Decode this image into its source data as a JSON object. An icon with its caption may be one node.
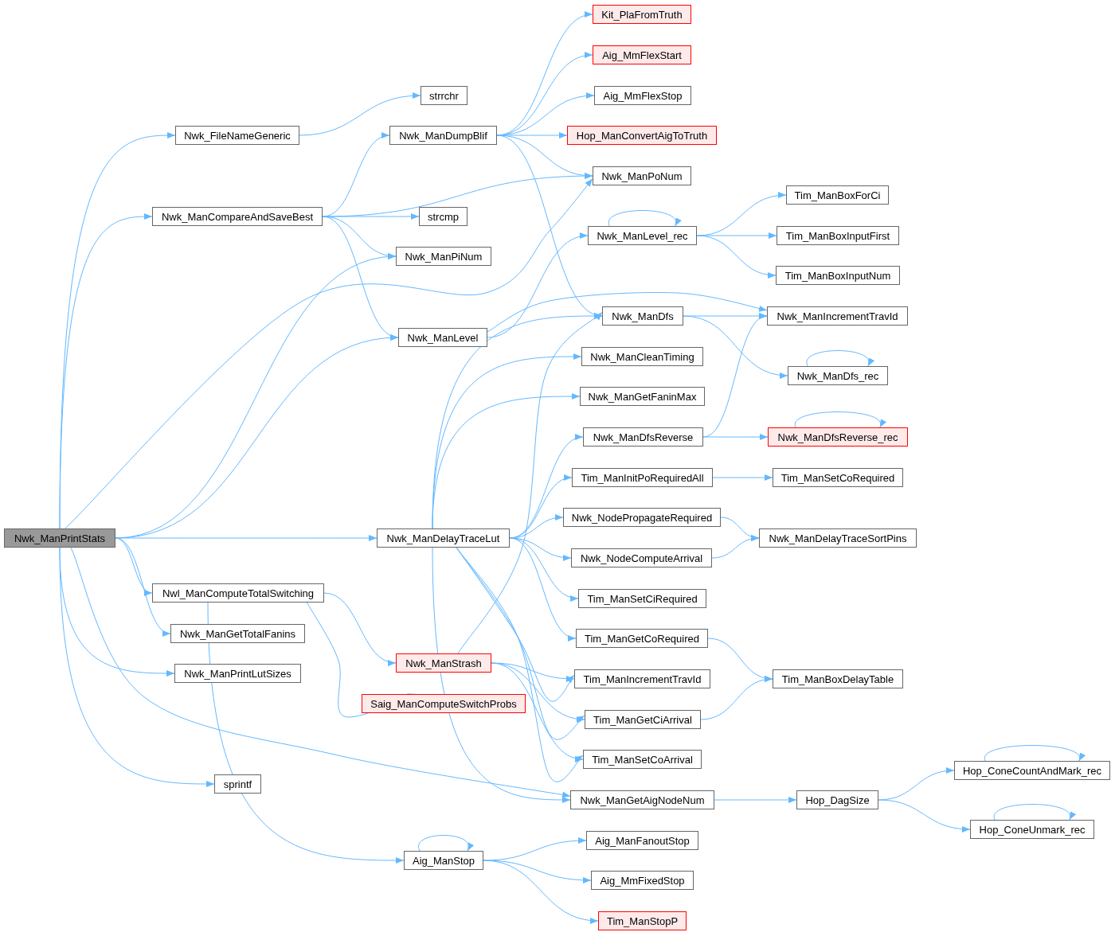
{
  "diagram": {
    "nodes": [
      {
        "text": [
          "Nwk_ManPrintStats"
        ]
      },
      {
        "text": [
          "Nwk_FileNameGeneric"
        ]
      },
      {
        "text": [
          "strrchr"
        ]
      },
      {
        "text": [
          "Nwk_ManCompareAndSaveBest"
        ]
      },
      {
        "text": [
          "Nwk_ManDumpBlif"
        ]
      },
      {
        "text": [
          "Kit_PlaFromTruth"
        ]
      },
      {
        "text": [
          "Aig_MmFlexStart"
        ]
      },
      {
        "text": [
          "Aig_MmFlexStop"
        ]
      },
      {
        "text": [
          "Hop_ManConvertAigToTruth"
        ]
      },
      {
        "text": [
          "Nwk_ManPoNum"
        ]
      },
      {
        "text": [
          "strcmp"
        ]
      },
      {
        "text": [
          "Nwk_ManPiNum"
        ]
      },
      {
        "text": [
          "Nwk_ManLevel"
        ]
      },
      {
        "text": [
          "Nwk_ManLevel_rec"
        ]
      },
      {
        "text": [
          "Tim_ManBoxForCi"
        ]
      },
      {
        "text": [
          "Tim_ManBoxInputFirst"
        ]
      },
      {
        "text": [
          "Tim_ManBoxInputNum"
        ]
      },
      {
        "text": [
          "Nwk_ManDfs"
        ]
      },
      {
        "text": [
          "Nwk_ManIncrementTravId"
        ]
      },
      {
        "text": [
          "Nwk_ManDfs_rec"
        ]
      },
      {
        "text": [
          "Nwk_ManCleanTiming"
        ]
      },
      {
        "text": [
          "Nwk_ManGetFaninMax"
        ]
      },
      {
        "text": [
          "Nwk_ManDfsReverse"
        ]
      },
      {
        "text": [
          "Nwk_ManDfsReverse_rec"
        ]
      },
      {
        "text": [
          "Tim_ManInitPoRequiredAll"
        ]
      },
      {
        "text": [
          "Tim_ManSetCoRequired"
        ]
      },
      {
        "text": [
          "Nwk_ManDelayTraceLut"
        ]
      },
      {
        "text": [
          "Nwk_NodePropagateRequired"
        ]
      },
      {
        "text": [
          "Nwk_ManDelayTraceSortPins"
        ]
      },
      {
        "text": [
          "Nwk_NodeComputeArrival"
        ]
      },
      {
        "text": [
          "Tim_ManSetCiRequired"
        ]
      },
      {
        "text": [
          "Nwl_ManComputeTotalSwitching"
        ]
      },
      {
        "text": [
          "Nwk_ManGetTotalFanins"
        ]
      },
      {
        "text": [
          "Nwk_ManPrintLutSizes"
        ]
      },
      {
        "text": [
          "Tim_ManGetCoRequired"
        ]
      },
      {
        "text": [
          "Nwk_ManStrash"
        ]
      },
      {
        "text": [
          "Tim_ManIncrementTravId"
        ]
      },
      {
        "text": [
          "Tim_ManBoxDelayTable"
        ]
      },
      {
        "text": [
          "Saig_ManComputeSwitchProbs"
        ]
      },
      {
        "text": [
          "Tim_ManGetCiArrival"
        ]
      },
      {
        "text": [
          "Tim_ManSetCoArrival"
        ]
      },
      {
        "text": [
          "sprintf"
        ]
      },
      {
        "text": [
          "Nwk_ManGetAigNodeNum"
        ]
      },
      {
        "text": [
          "Hop_DagSize"
        ]
      },
      {
        "text": [
          "Hop_ConeCountAndMark_rec"
        ]
      },
      {
        "text": [
          "Hop_ConeUnmark_rec"
        ]
      },
      {
        "text": [
          "Aig_ManStop"
        ]
      },
      {
        "text": [
          "Aig_ManFanoutStop"
        ]
      },
      {
        "text": [
          "Aig_MmFixedStop"
        ]
      },
      {
        "text": [
          "Tim_ManStopP"
        ]
      }
    ],
    "edges": [
      {
        "from": 0,
        "to": 1,
        "arrow": "to"
      },
      {
        "from": 0,
        "to": 3,
        "arrow": "to"
      },
      {
        "from": 0,
        "to": 9,
        "arrow": "to"
      },
      {
        "from": 0,
        "to": 11,
        "arrow": "to"
      },
      {
        "from": 0,
        "to": 12,
        "arrow": "to"
      },
      {
        "from": 0,
        "to": 26,
        "arrow": "to"
      },
      {
        "from": 0,
        "to": 31,
        "arrow": "to"
      },
      {
        "from": 0,
        "to": 32,
        "arrow": "to"
      },
      {
        "from": 0,
        "to": 33,
        "arrow": "to"
      },
      {
        "from": 0,
        "to": 41,
        "arrow": "to"
      },
      {
        "from": 0,
        "to": 42,
        "arrow": "to"
      },
      {
        "from": 1,
        "to": 2,
        "arrow": "to"
      },
      {
        "from": 3,
        "to": 4,
        "arrow": "to"
      },
      {
        "from": 3,
        "to": 9,
        "arrow": "to"
      },
      {
        "from": 3,
        "to": 10,
        "arrow": "to"
      },
      {
        "from": 3,
        "to": 11,
        "arrow": "to"
      },
      {
        "from": 3,
        "to": 12,
        "arrow": "to"
      },
      {
        "from": 4,
        "to": 5,
        "arrow": "to"
      },
      {
        "from": 4,
        "to": 6,
        "arrow": "to"
      },
      {
        "from": 4,
        "to": 7,
        "arrow": "to"
      },
      {
        "from": 4,
        "to": 8,
        "arrow": "to"
      },
      {
        "from": 4,
        "to": 9,
        "arrow": "to"
      },
      {
        "from": 4,
        "to": 17,
        "arrow": "to"
      },
      {
        "from": 12,
        "to": 13,
        "arrow": "to"
      },
      {
        "from": 12,
        "to": 18,
        "arrow": "to"
      },
      {
        "from": 13,
        "to": 13,
        "arrow": "to"
      },
      {
        "from": 13,
        "to": 14,
        "arrow": "to"
      },
      {
        "from": 13,
        "to": 15,
        "arrow": "to"
      },
      {
        "from": 13,
        "to": 16,
        "arrow": "to"
      },
      {
        "from": 17,
        "to": 18,
        "arrow": "to"
      },
      {
        "from": 17,
        "to": 19,
        "arrow": "to"
      },
      {
        "from": 19,
        "to": 19,
        "arrow": "to"
      },
      {
        "from": 22,
        "to": 18,
        "arrow": "to"
      },
      {
        "from": 22,
        "to": 23,
        "arrow": "to"
      },
      {
        "from": 23,
        "to": 23,
        "arrow": "to"
      },
      {
        "from": 24,
        "to": 25,
        "arrow": "to"
      },
      {
        "from": 26,
        "to": 17,
        "arrow": "to"
      },
      {
        "from": 26,
        "to": 20,
        "arrow": "to"
      },
      {
        "from": 26,
        "to": 21,
        "arrow": "to"
      },
      {
        "from": 26,
        "to": 22,
        "arrow": "to"
      },
      {
        "from": 26,
        "to": 24,
        "arrow": "to"
      },
      {
        "from": 26,
        "to": 27,
        "arrow": "to"
      },
      {
        "from": 26,
        "to": 29,
        "arrow": "to"
      },
      {
        "from": 26,
        "to": 30,
        "arrow": "to"
      },
      {
        "from": 26,
        "to": 34,
        "arrow": "to"
      },
      {
        "from": 26,
        "to": 36,
        "arrow": "to"
      },
      {
        "from": 26,
        "to": 39,
        "arrow": "to"
      },
      {
        "from": 26,
        "to": 40,
        "arrow": "to"
      },
      {
        "from": 26,
        "to": 42,
        "arrow": "to"
      },
      {
        "from": 27,
        "to": 28,
        "arrow": "to"
      },
      {
        "from": 29,
        "to": 28,
        "arrow": "to"
      },
      {
        "from": 34,
        "to": 37,
        "arrow": "to"
      },
      {
        "from": 39,
        "to": 37,
        "arrow": "to"
      },
      {
        "from": 31,
        "to": 35,
        "arrow": "to"
      },
      {
        "from": 31,
        "to": 38,
        "arrow": "to"
      },
      {
        "from": 31,
        "to": 46,
        "arrow": "to"
      },
      {
        "from": 35,
        "to": 17,
        "arrow": "to"
      },
      {
        "from": 35,
        "to": 36,
        "arrow": "to"
      },
      {
        "from": 35,
        "to": 39,
        "arrow": "to"
      },
      {
        "from": 35,
        "to": 40,
        "arrow": "to"
      },
      {
        "from": 42,
        "to": 43,
        "arrow": "to"
      },
      {
        "from": 43,
        "to": 44,
        "arrow": "to"
      },
      {
        "from": 43,
        "to": 45,
        "arrow": "to"
      },
      {
        "from": 44,
        "to": 44,
        "arrow": "to"
      },
      {
        "from": 45,
        "to": 45,
        "arrow": "to"
      },
      {
        "from": 46,
        "to": 46,
        "arrow": "to"
      },
      {
        "from": 46,
        "to": 47,
        "arrow": "to"
      },
      {
        "from": 46,
        "to": 48,
        "arrow": "to"
      },
      {
        "from": 46,
        "to": 49,
        "arrow": "to"
      }
    ]
  }
}
